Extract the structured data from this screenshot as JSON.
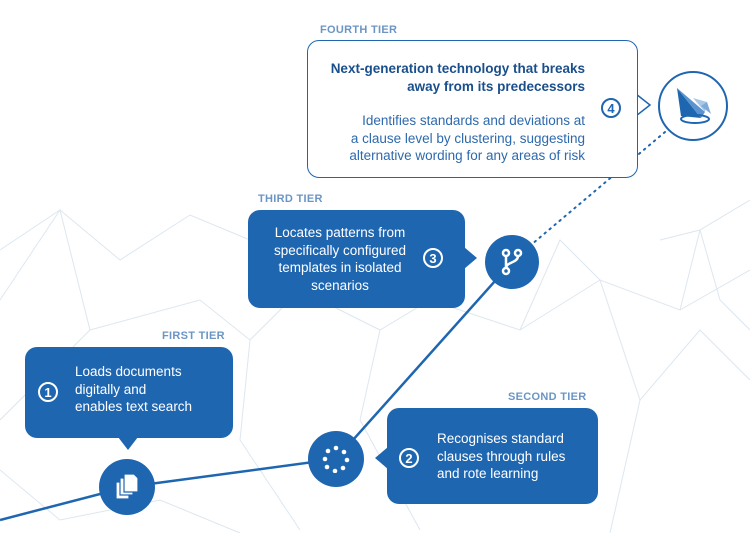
{
  "colors": {
    "primary": "#1f66b1",
    "tier_label": "#6b95c4",
    "background_lines": "#dde7ef"
  },
  "tiers": [
    {
      "label": "FIRST TIER",
      "number": "1",
      "lines": [
        "Loads documents",
        "digitally and",
        "enables text search"
      ],
      "icon": "documents-icon"
    },
    {
      "label": "SECOND TIER",
      "number": "2",
      "lines": [
        "Recognises standard",
        "clauses through rules",
        "and rote learning"
      ],
      "icon": "dots-circle-icon"
    },
    {
      "label": "THIRD TIER",
      "number": "3",
      "lines": [
        "Locates patterns from",
        "specifically configured",
        "templates in isolated",
        "scenarios"
      ],
      "icon": "branch-icon"
    },
    {
      "label": "FOURTH TIER",
      "number": "4",
      "heading_lines": [
        "Next-generation technology that breaks",
        "away from its predecessors"
      ],
      "lines": [
        "Identifies standards and deviations at",
        "a clause level by clustering, suggesting",
        "alternative wording for any areas of risk"
      ],
      "icon": "origami-boat-icon"
    }
  ]
}
